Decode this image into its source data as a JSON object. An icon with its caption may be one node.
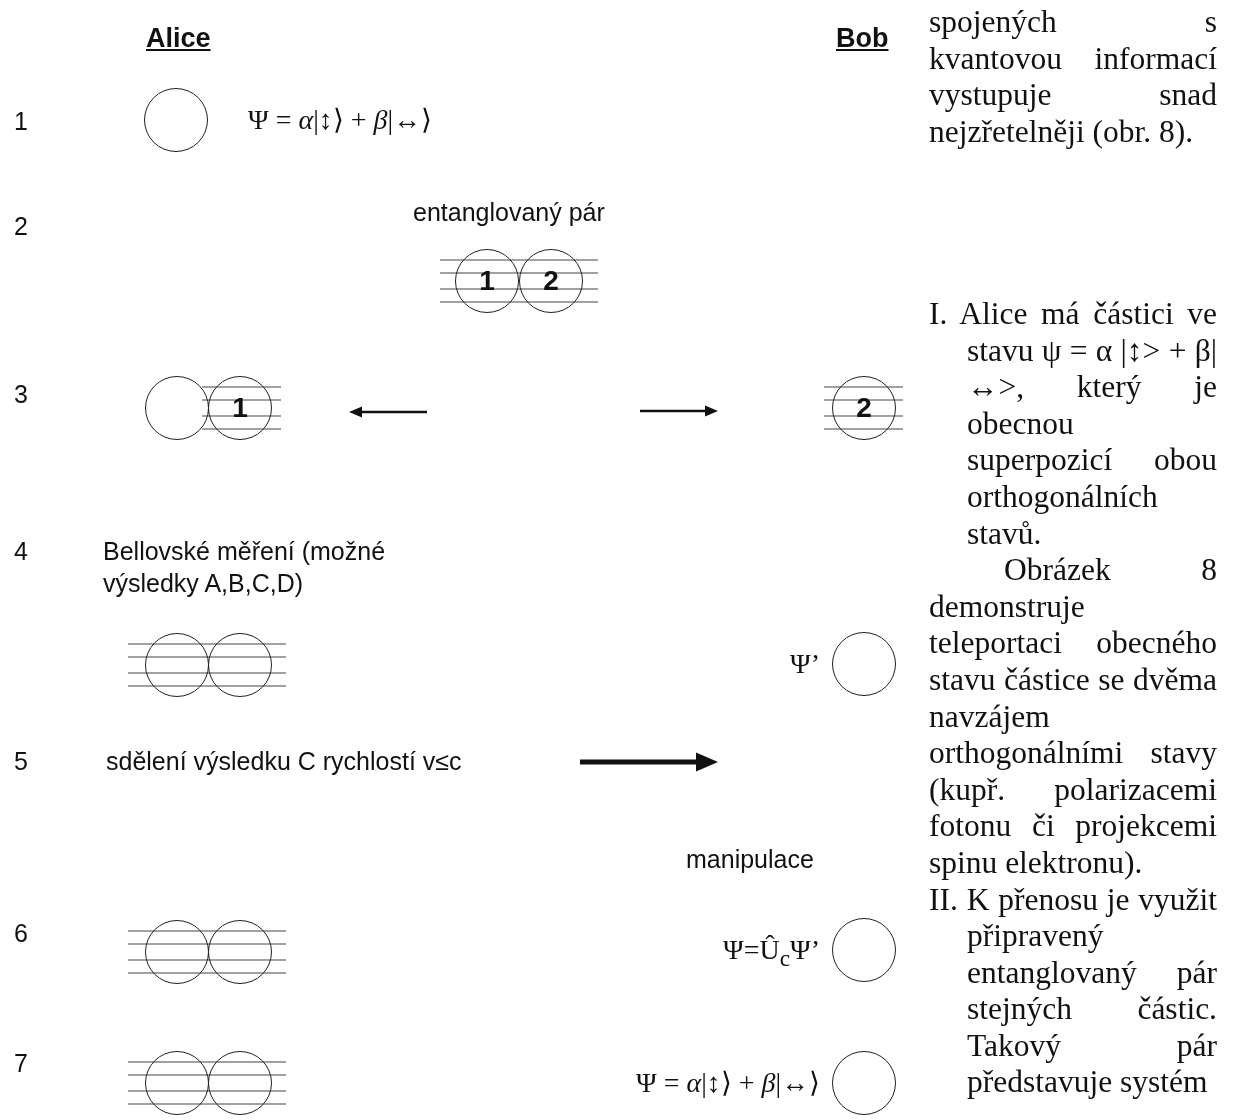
{
  "diagram": {
    "nodes": [
      {
        "text": [],
        "shape": "circle",
        "beside": [
          "Ψ = *α*|↕⟩ + *β*|↔⟩"
        ]
      },
      {
        "text": [
          "1"
        ]
      },
      {
        "text": [
          "2"
        ]
      },
      {
        "text": [],
        "shape": "circle"
      },
      {
        "text": [
          "1"
        ]
      },
      {
        "text": [
          "2"
        ]
      },
      {
        "text": [],
        "shape": "circle"
      },
      {
        "text": [],
        "shape": "circle"
      },
      {
        "text": [],
        "shape": "circle",
        "beside": [
          "Ψ’"
        ]
      },
      {
        "text": [],
        "shape": "circle"
      },
      {
        "text": [],
        "shape": "circle"
      },
      {
        "text": [],
        "shape": "circle",
        "beside": [
          "Ψ=Û$_{c}$Ψ’"
        ]
      },
      {
        "text": [],
        "shape": "circle"
      },
      {
        "text": [],
        "shape": "circle"
      },
      {
        "text": [],
        "shape": "circle",
        "beside": [
          "Ψ = *α*|↕⟩ + *β*|↔⟩"
        ]
      }
    ],
    "labels": [
      "Alice",
      "Bob",
      "1",
      "2",
      "3",
      "4",
      "5",
      "6",
      "7",
      "entanglovaný pár",
      "Bellovské měření (možné výsledky A,B,C,D)",
      "sdělení výsledku C rychlostí v≤c",
      "manipulace",
      "spojených s kvantovou informací vystupuje snad nejzřetelněji (obr. 8).",
      "I. Alice má částici ve stavu ψ = α |↕> + β|↔>, který je obecnou superpozicí obou orthogonálních stavů.",
      "Obrázek 8 demonstruje teleportaci obecného stavu částice se dvěma navzájem orthogonálními stavy (kupř. polarizacemi fotonu či projekcemi spinu elektronu).",
      "II. K přenosu je využit připravený entanglovaný pár stejných částic. Takový pár představuje systém"
    ]
  }
}
